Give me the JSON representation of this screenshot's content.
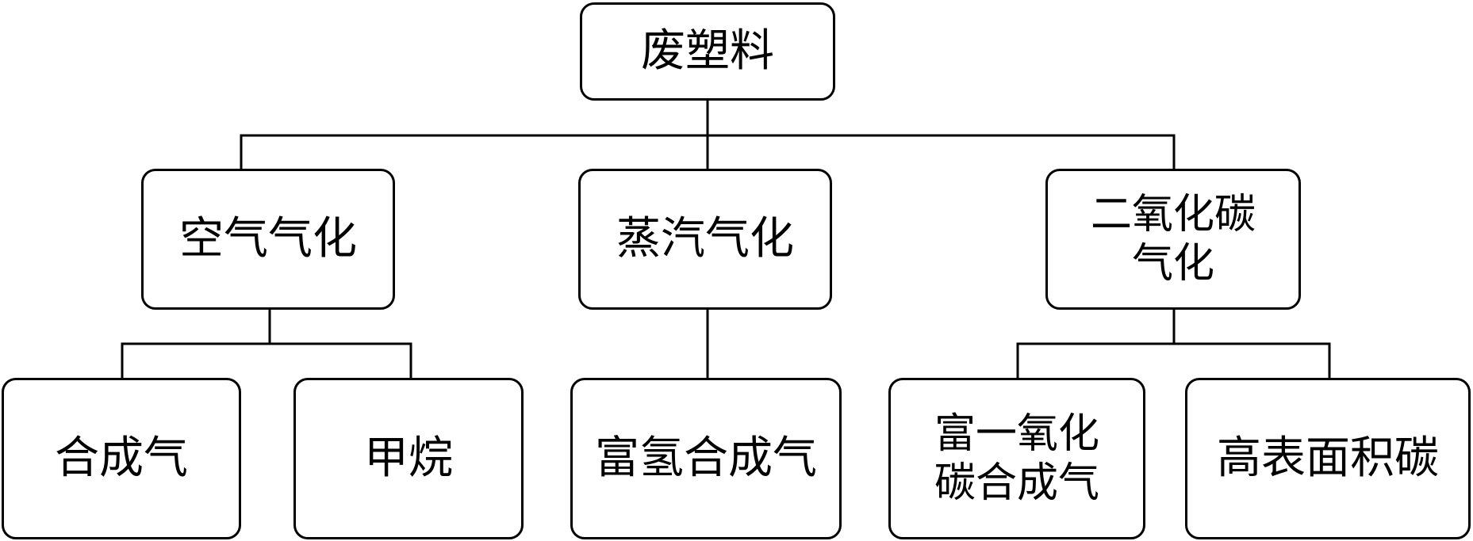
{
  "diagram": {
    "root": {
      "label": "废塑料"
    },
    "processes": [
      {
        "label": "空气气化"
      },
      {
        "label": "蒸汽气化"
      },
      {
        "label": "二氧化碳\n气化"
      }
    ],
    "products": [
      {
        "label": "合成气"
      },
      {
        "label": "甲烷"
      },
      {
        "label": "富氢合成气"
      },
      {
        "label": "富一氧化\n碳合成气"
      },
      {
        "label": "高表面积碳"
      }
    ]
  }
}
